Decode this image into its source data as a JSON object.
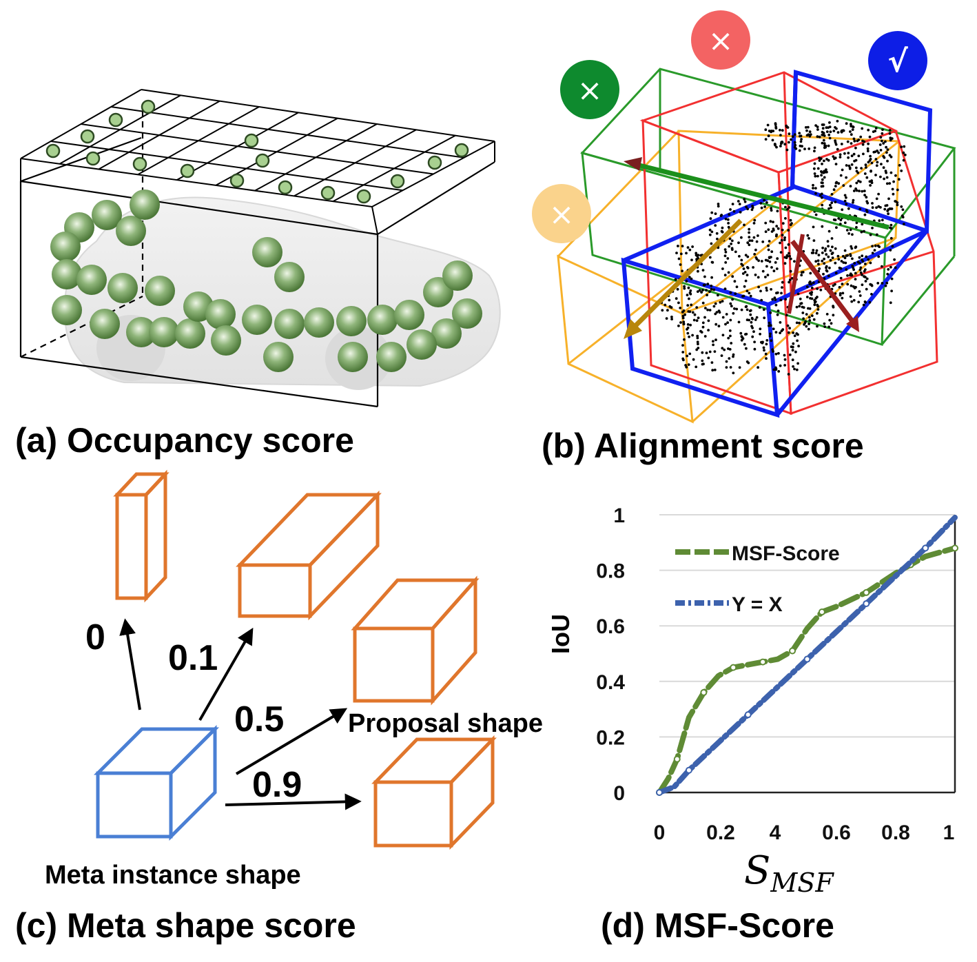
{
  "panels": {
    "a": {
      "caption": "(a) Occupancy score"
    },
    "b": {
      "caption": "(b) Alignment score",
      "badges": [
        {
          "symbol": "×",
          "color": "#0e8a2e"
        },
        {
          "symbol": "×",
          "color": "#f36363"
        },
        {
          "symbol": "√",
          "color": "#0d1ee6"
        },
        {
          "symbol": "×",
          "color": "#fad38c"
        }
      ]
    },
    "c": {
      "caption": "(c) Meta shape score",
      "meta_label": "Meta instance shape",
      "proposal_label": "Proposal shape",
      "scores": [
        "0",
        "0.1",
        "0.5",
        "0.9"
      ]
    },
    "d": {
      "caption": "(d) MSF-Score"
    }
  },
  "colors": {
    "sphere": "#6f9a5a",
    "proposal": "#e0762c",
    "meta": "#4a7fd4",
    "box_green": "#2a9a2a",
    "box_red": "#f23030",
    "box_blue": "#1020f0",
    "box_orange": "#f7b12a"
  },
  "chart_data": {
    "type": "line",
    "title": "",
    "xlabel": "S_MSF",
    "ylabel": "IoU",
    "xlim": [
      0,
      1
    ],
    "ylim": [
      0,
      1
    ],
    "x_tick_labels": [
      "0",
      "0.2",
      "4",
      "0.6",
      "0.8",
      "1"
    ],
    "y_tick_labels": [
      "0",
      "0.2",
      "0.4",
      "0.6",
      "0.8",
      "1"
    ],
    "grid": true,
    "legend_position": "top-left",
    "series": [
      {
        "name": "MSF-Score",
        "color": "#5f8b35",
        "points": [
          [
            0,
            0
          ],
          [
            0.03,
            0.05
          ],
          [
            0.06,
            0.12
          ],
          [
            0.1,
            0.27
          ],
          [
            0.15,
            0.36
          ],
          [
            0.2,
            0.42
          ],
          [
            0.25,
            0.45
          ],
          [
            0.3,
            0.46
          ],
          [
            0.35,
            0.47
          ],
          [
            0.4,
            0.48
          ],
          [
            0.45,
            0.51
          ],
          [
            0.5,
            0.59
          ],
          [
            0.55,
            0.65
          ],
          [
            0.6,
            0.67
          ],
          [
            0.7,
            0.72
          ],
          [
            0.8,
            0.79
          ],
          [
            0.85,
            0.82
          ],
          [
            0.9,
            0.85
          ],
          [
            1,
            0.88
          ]
        ]
      },
      {
        "name": "Y = X",
        "color": "#3d62ad",
        "points": [
          [
            0,
            0
          ],
          [
            0.05,
            0.02
          ],
          [
            0.1,
            0.08
          ],
          [
            0.2,
            0.18
          ],
          [
            0.3,
            0.28
          ],
          [
            0.4,
            0.38
          ],
          [
            0.5,
            0.48
          ],
          [
            0.6,
            0.58
          ],
          [
            0.7,
            0.68
          ],
          [
            0.8,
            0.78
          ],
          [
            0.9,
            0.88
          ],
          [
            1,
            0.99
          ]
        ]
      }
    ]
  }
}
